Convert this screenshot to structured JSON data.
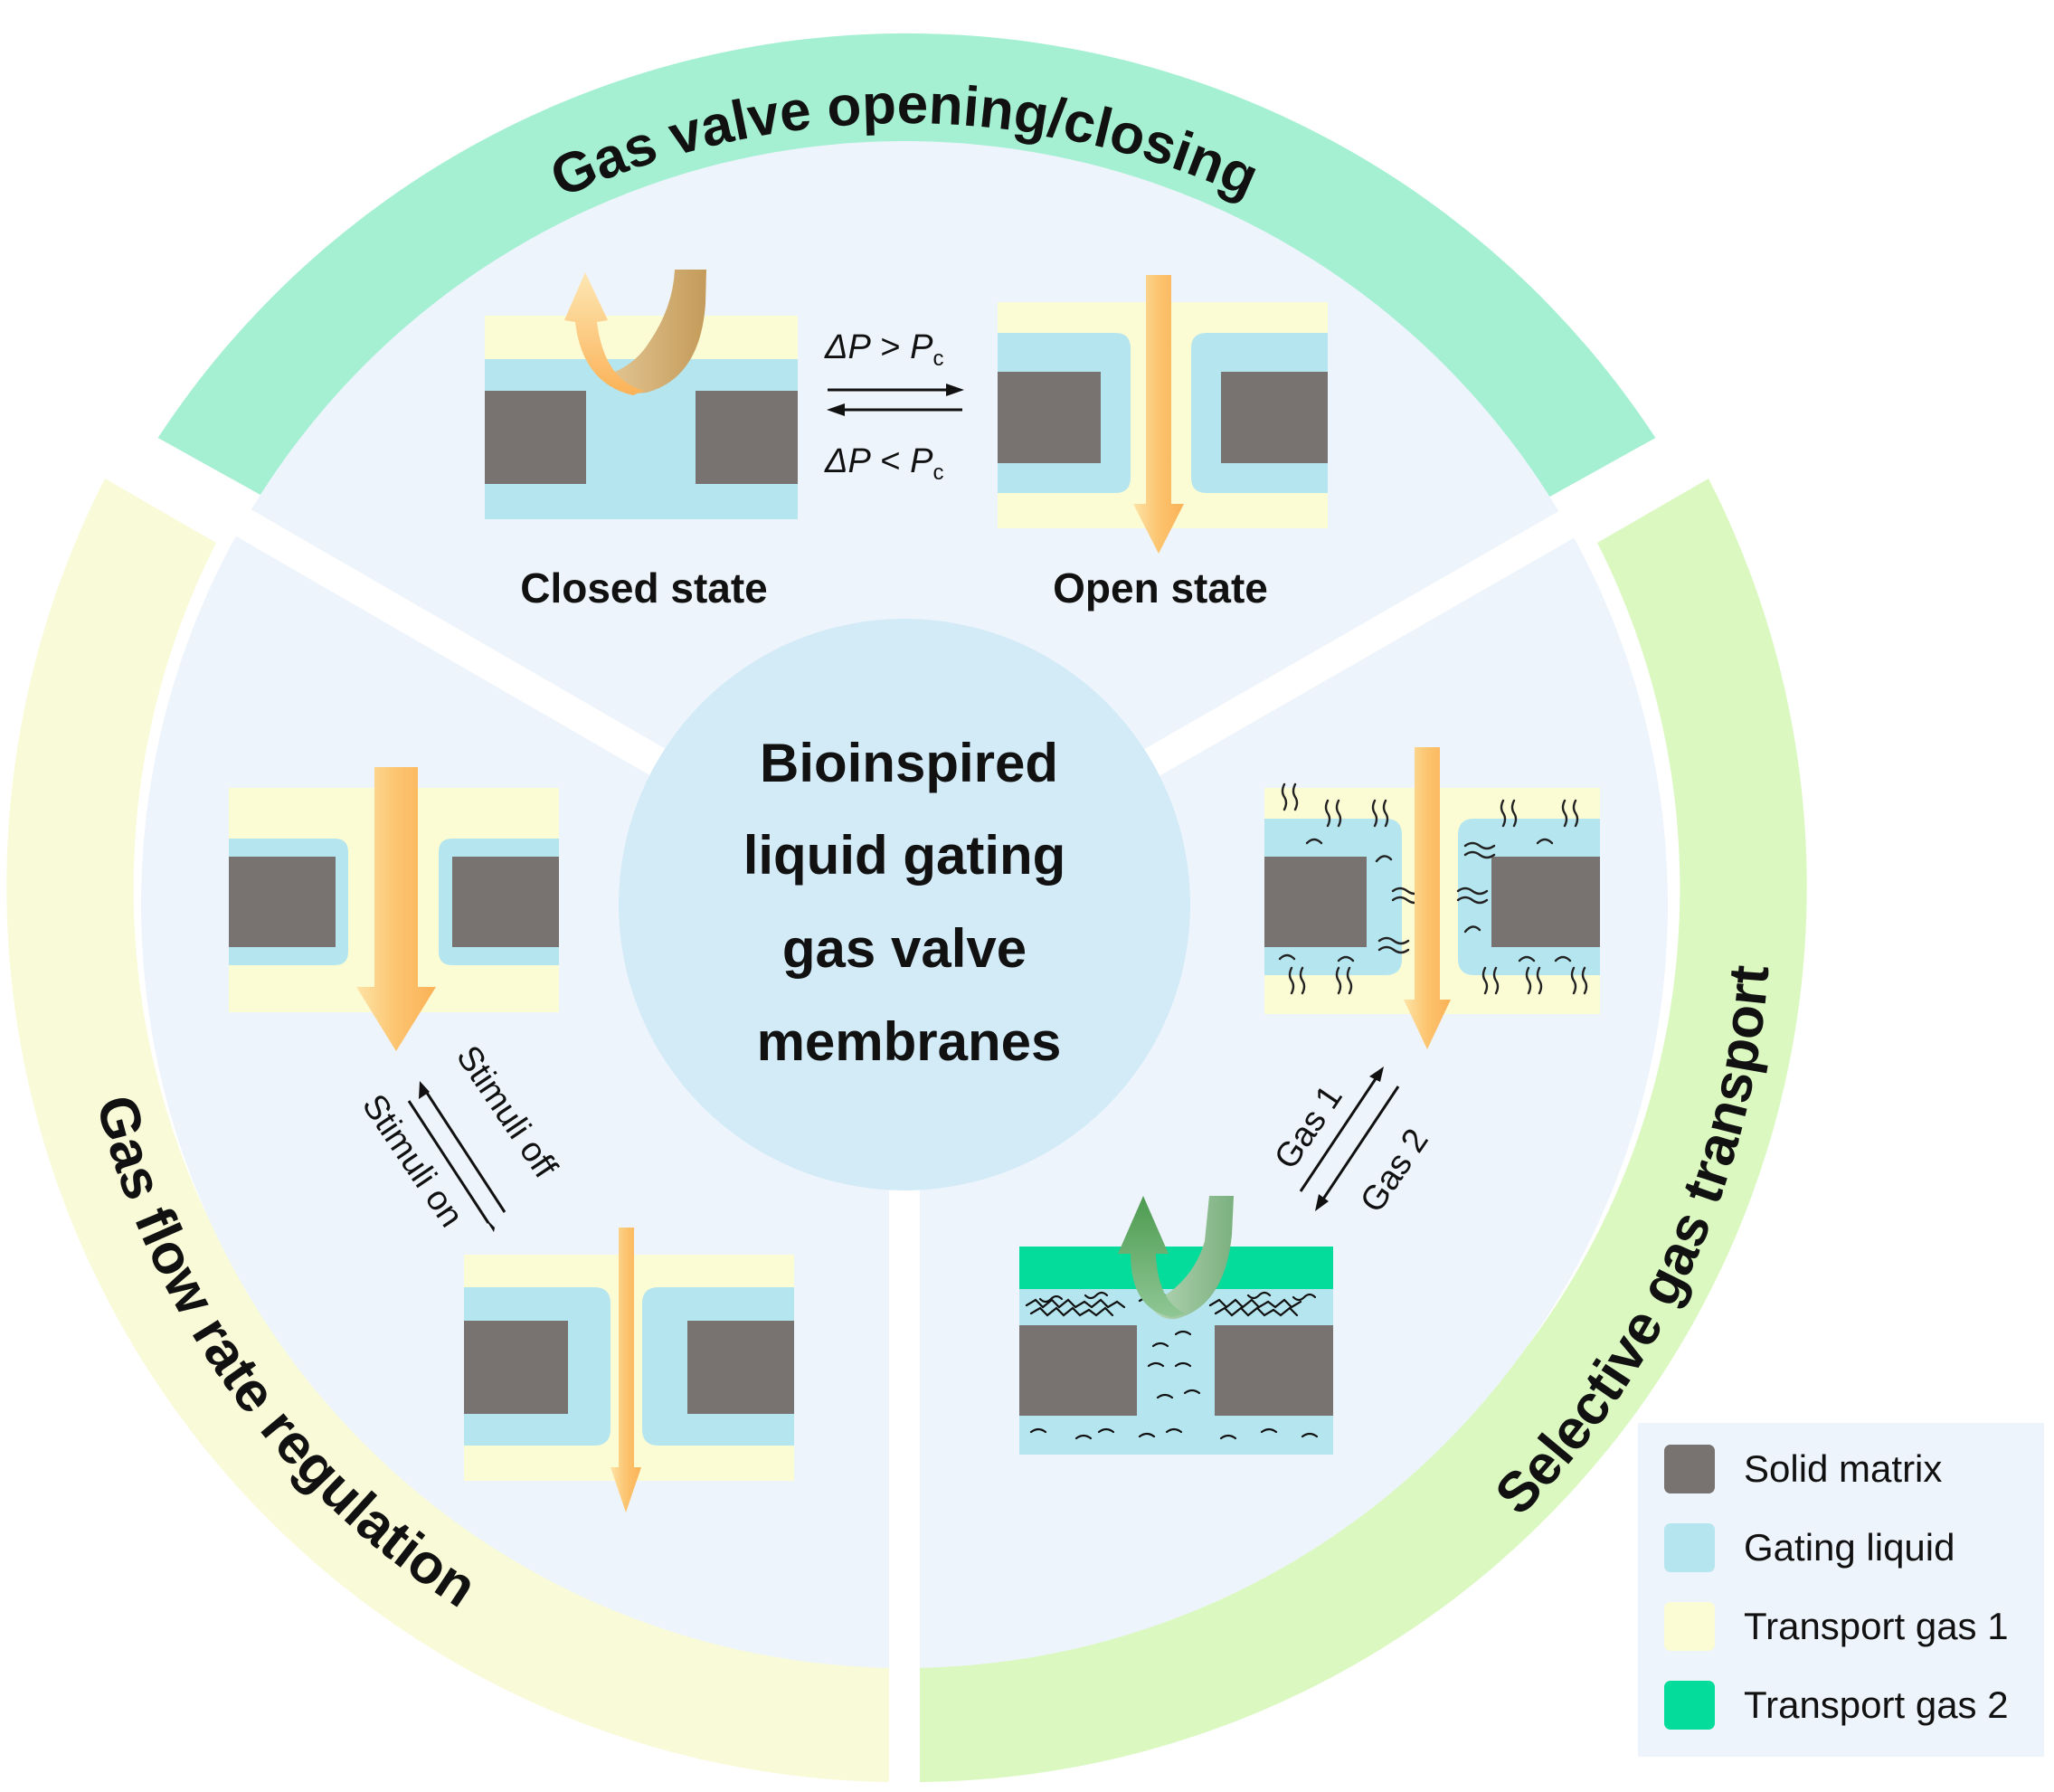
{
  "center": {
    "lines": [
      "Bioinspired",
      "liquid gating",
      "gas valve",
      "membranes"
    ]
  },
  "sectors": {
    "top": {
      "title": "Gas valve opening/closing"
    },
    "left": {
      "title": "Gas flow rate regulation"
    },
    "right": {
      "title": "Selective gas transport"
    }
  },
  "top_panel": {
    "closed_label": "Closed state",
    "open_label": "Open state",
    "forward": {
      "delta": "ΔP",
      "op": ">",
      "p": "P",
      "sub": "c"
    },
    "backward": {
      "delta": "ΔP",
      "op": "<",
      "p": "P",
      "sub": "c"
    }
  },
  "left_panel": {
    "stimuli_off": "Stimuli off",
    "stimuli_on": "Stimuli on"
  },
  "right_panel": {
    "gas1": "Gas 1",
    "gas2": "Gas 2"
  },
  "legend": {
    "items": [
      {
        "label": "Solid matrix",
        "color": "#787270"
      },
      {
        "label": "Gating liquid",
        "color": "#b5e6ef"
      },
      {
        "label": "Transport gas 1",
        "color": "#fbfbd4"
      },
      {
        "label": "Transport gas 2",
        "color": "#03dc9a"
      }
    ]
  },
  "colors": {
    "ring_top": "#a5f0d3",
    "ring_left": "#f8fad8",
    "ring_right": "#dbf8c1",
    "disc": "#eef4fb",
    "center": "#d3ebf7",
    "solid": "#787270",
    "liquid": "#b5e6ef",
    "gas1": "#fbfbd4",
    "gas2": "#03dc9a"
  }
}
